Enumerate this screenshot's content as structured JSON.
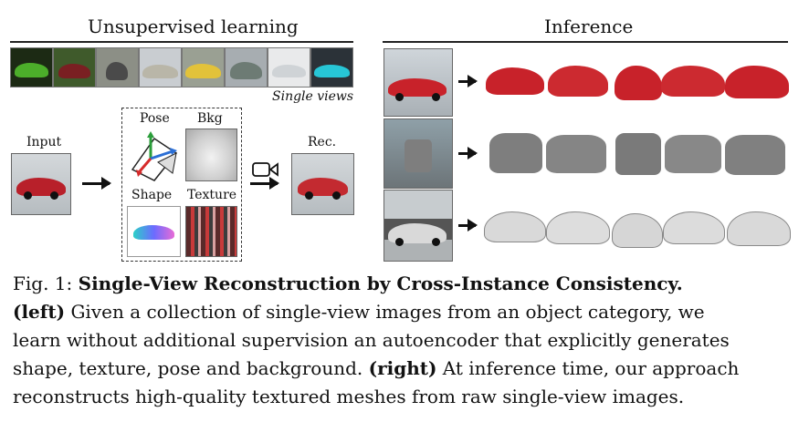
{
  "figure": {
    "left": {
      "heading": "Unsupervised learning",
      "single_views_label": "Single views",
      "input_label": "Input",
      "pose_label": "Pose",
      "bkg_label": "Bkg",
      "shape_label": "Shape",
      "texture_label": "Texture",
      "rec_label": "Rec.",
      "strip_colors": [
        "#4cae2a",
        "#7a1f22",
        "#9aa0a6",
        "#b9b6a8",
        "#e2c23a",
        "#6d7b74",
        "#d8dce0",
        "#27c6d6"
      ]
    },
    "right": {
      "heading": "Inference",
      "rows": [
        {
          "name": "red-car",
          "color": "#c8222a"
        },
        {
          "name": "grey-van",
          "color": "#7e7e7e"
        },
        {
          "name": "white-suv",
          "color": "#d9d9d9"
        }
      ]
    }
  },
  "caption": {
    "fig_label": "Fig. 1:",
    "title": "Single-View Reconstruction by Cross-Instance Consistency.",
    "left_tag": "(left)",
    "line1_rest": "Given a collection of single-view images from an object category, we",
    "line2": "learn without additional supervision an autoencoder that explicitly generates",
    "line3_a": "shape, texture, pose and background.",
    "right_tag": "(right)",
    "line3_b": "At inference time, our approach",
    "line4": "reconstructs high-quality textured meshes from raw single-view images."
  }
}
